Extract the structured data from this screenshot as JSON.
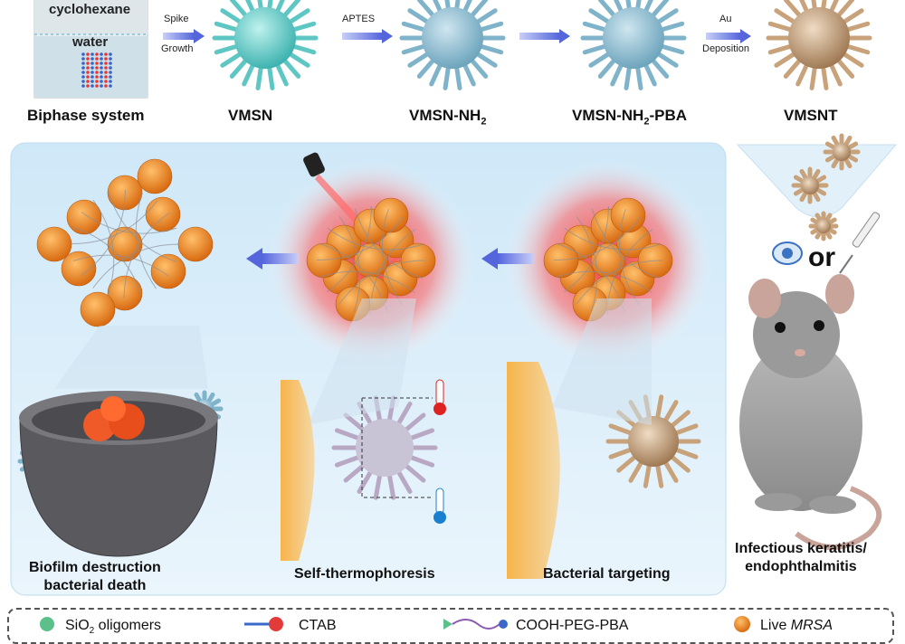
{
  "top_row": {
    "biphase_top_text": "cyclohexane",
    "biphase_bottom_text": "water",
    "step1_line1": "Spike",
    "step1_line2": "Growth",
    "step2": "APTES",
    "step4_line1": "Au",
    "step4_line2": "Deposition",
    "label_biphase": "Biphase system",
    "label_vmsn": "VMSN",
    "label_nh2_main": "VMSN-NH",
    "label_nh2_sub": "2",
    "label_pba_main": "VMSN-NH",
    "label_pba_sub": "2",
    "label_pba_suffix": "-PBA",
    "label_vmsnt": "VMSNT"
  },
  "panel": {
    "or_text": "or",
    "destruction_line1": "Biofilm destruction",
    "destruction_line2": "bacterial death",
    "self_thermo": "Self-thermophoresis",
    "targeting": "Bacterial targeting",
    "disease_line1": "Infectious keratitis/",
    "disease_line2": "endophthalmitis"
  },
  "legend": {
    "item1_main": "SiO",
    "item1_sub": "2",
    "item1_suffix": " oligomers",
    "item2": "CTAB",
    "item3": "COOH-PEG-PBA",
    "item4_prefix": "Live ",
    "item4_italic": "MRSA"
  },
  "colors": {
    "spike_blue": "#7fb3c9",
    "spike_teal": "#5ec7c4",
    "gold": "#c8a27a",
    "bacteria_orange": "#ee8a2a",
    "panel_blue": "#dbeefa",
    "red_glow": "#ff3b3b",
    "arrow_blue": "#6f7ee6"
  }
}
